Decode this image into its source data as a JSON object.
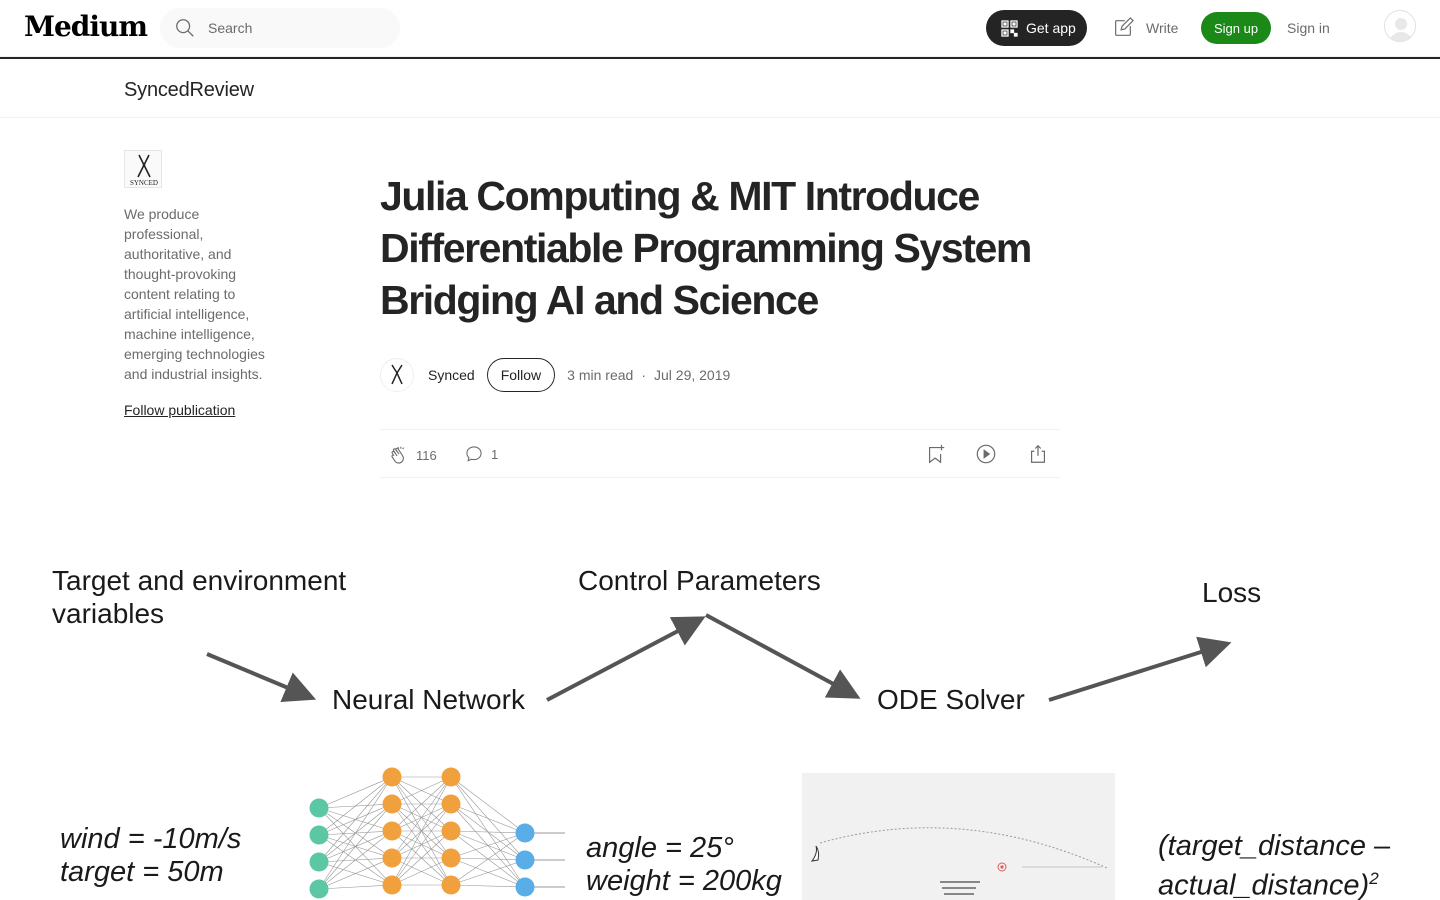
{
  "header": {
    "logo": "Medium",
    "search_placeholder": "Search",
    "get_app_label": "Get app",
    "write_label": "Write",
    "signup_label": "Sign up",
    "signin_label": "Sign in"
  },
  "publication": {
    "name": "SyncedReview",
    "logo_text": "SYNCED",
    "description": "We produce professional, authoritative, and thought-provoking content relating to artificial intelligence, machine intelligence, emerging technologies and industrial insights.",
    "follow_label": "Follow publication"
  },
  "article": {
    "title": "Julia Computing & MIT Introduce Differentiable Programming System Bridging AI and Science",
    "author": "Synced",
    "follow_label": "Follow",
    "read_time": "3 min read",
    "separator": "·",
    "date": "Jul 29, 2019",
    "claps": "116",
    "responses": "1"
  },
  "figure": {
    "inputs_label": "Target and environment variables",
    "neural_network_label": "Neural Network",
    "control_parameters_label": "Control Parameters",
    "ode_solver_label": "ODE Solver",
    "loss_label": "Loss",
    "wind_value": "wind = -10m/s",
    "target_value": "target = 50m",
    "angle_value": "angle = 25°",
    "weight_value": "weight = 200kg",
    "loss_formula_line1": "(target_distance –",
    "loss_formula_line2": "actual_distance)",
    "loss_exponent": "2",
    "node_colors": {
      "input": "#5cc7a4",
      "hidden": "#f0a03c",
      "output": "#5aaee8"
    }
  }
}
